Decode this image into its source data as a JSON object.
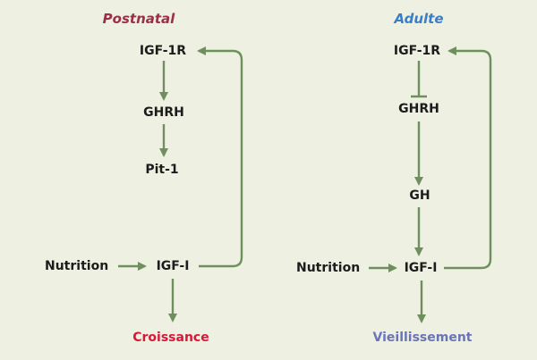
{
  "colors": {
    "arrow": "#6f8f5e",
    "postnatal": "#9a2f4a",
    "adulte": "#3a7fc6",
    "croissance": "#d8183a",
    "vieillissement": "#6a74b8"
  },
  "left": {
    "title": "Postnatal",
    "igf1r": "IGF-1R",
    "ghrh": "GHRH",
    "pit1": "Pit-1",
    "nutrition": "Nutrition",
    "igf1": "IGF-I",
    "outcome": "Croissance"
  },
  "right": {
    "title": "Adulte",
    "igf1r": "IGF-1R",
    "ghrh": "GHRH",
    "gh": "GH",
    "nutrition": "Nutrition",
    "igf1": "IGF-I",
    "outcome": "Vieillissement"
  }
}
